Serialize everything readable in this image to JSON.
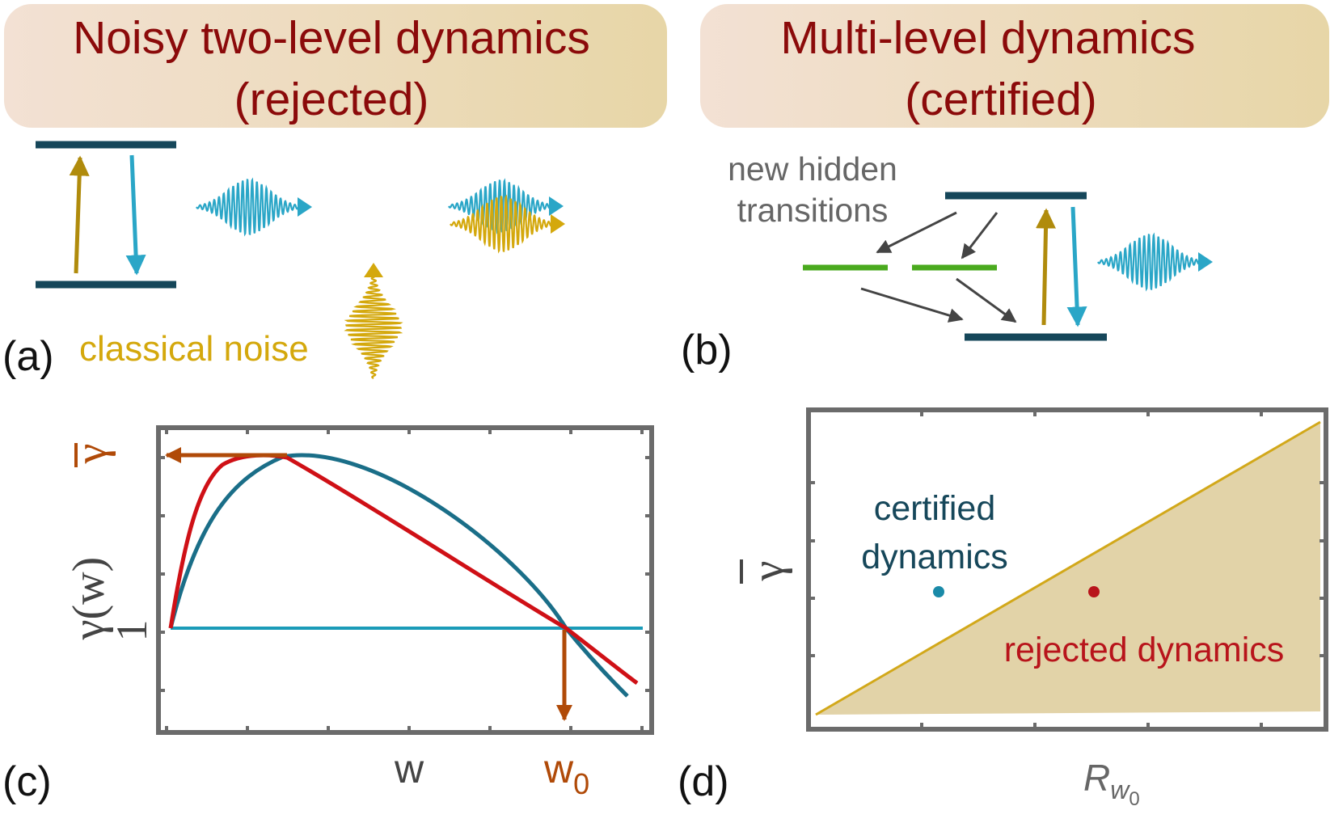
{
  "colors": {
    "title_text": "#8b0a0a",
    "banner_left": "#f3e1d4",
    "banner_right": "#e7d6a7",
    "level": "#16475a",
    "hidden_level": "#4aaa1e",
    "up_arrow": "#b08b0c",
    "down_arrow": "#2aa6c7",
    "wave_blue": "#2aa6c7",
    "wave_gold": "#d4a80c",
    "noise_text": "#d4a80c",
    "gray_text": "#666666",
    "hidden_arrow": "#444444",
    "curve_blue": "#1a6e88",
    "curve_red": "#cf1016",
    "line_one": "#1a9bb8",
    "orange_marker": "#b04a08",
    "cert_text": "#16475a",
    "rej_text": "#b8141b",
    "fill_region": "#e2d3a8",
    "fill_line": "#d2a81a",
    "frame": "#6b6b6b"
  },
  "panel_a": {
    "title_line1": "Noisy two-level dynamics",
    "title_line2": "(rejected)",
    "label": "(a)",
    "noise_label": "classical noise",
    "icons": {
      "pulse_out": "blue-wave-packet-icon",
      "noise": "gold-noise-wave-icon",
      "mixed": "mixed-wave-packet-icon"
    }
  },
  "panel_b": {
    "title_line1": "Multi-level dynamics",
    "title_line2": "(certified)",
    "label": "(b)",
    "hidden_line1": "new hidden",
    "hidden_line2": "transitions",
    "icons": {
      "pulse_out": "blue-wave-packet-icon"
    }
  },
  "panel_c": {
    "label": "(c)",
    "ylabel": "γ(w)",
    "ytick": "1",
    "gamma_bar": "γ",
    "xlabel": "w",
    "w0_main": "w",
    "w0_sub": "0"
  },
  "panel_d": {
    "label": "(d)",
    "ylabel": "γ",
    "xlabel_main": "R",
    "xlabel_sub1": "w",
    "xlabel_sub2": "0",
    "certified_line1": "certified",
    "certified_line2": "dynamics",
    "rejected": "rejected dynamics"
  }
}
